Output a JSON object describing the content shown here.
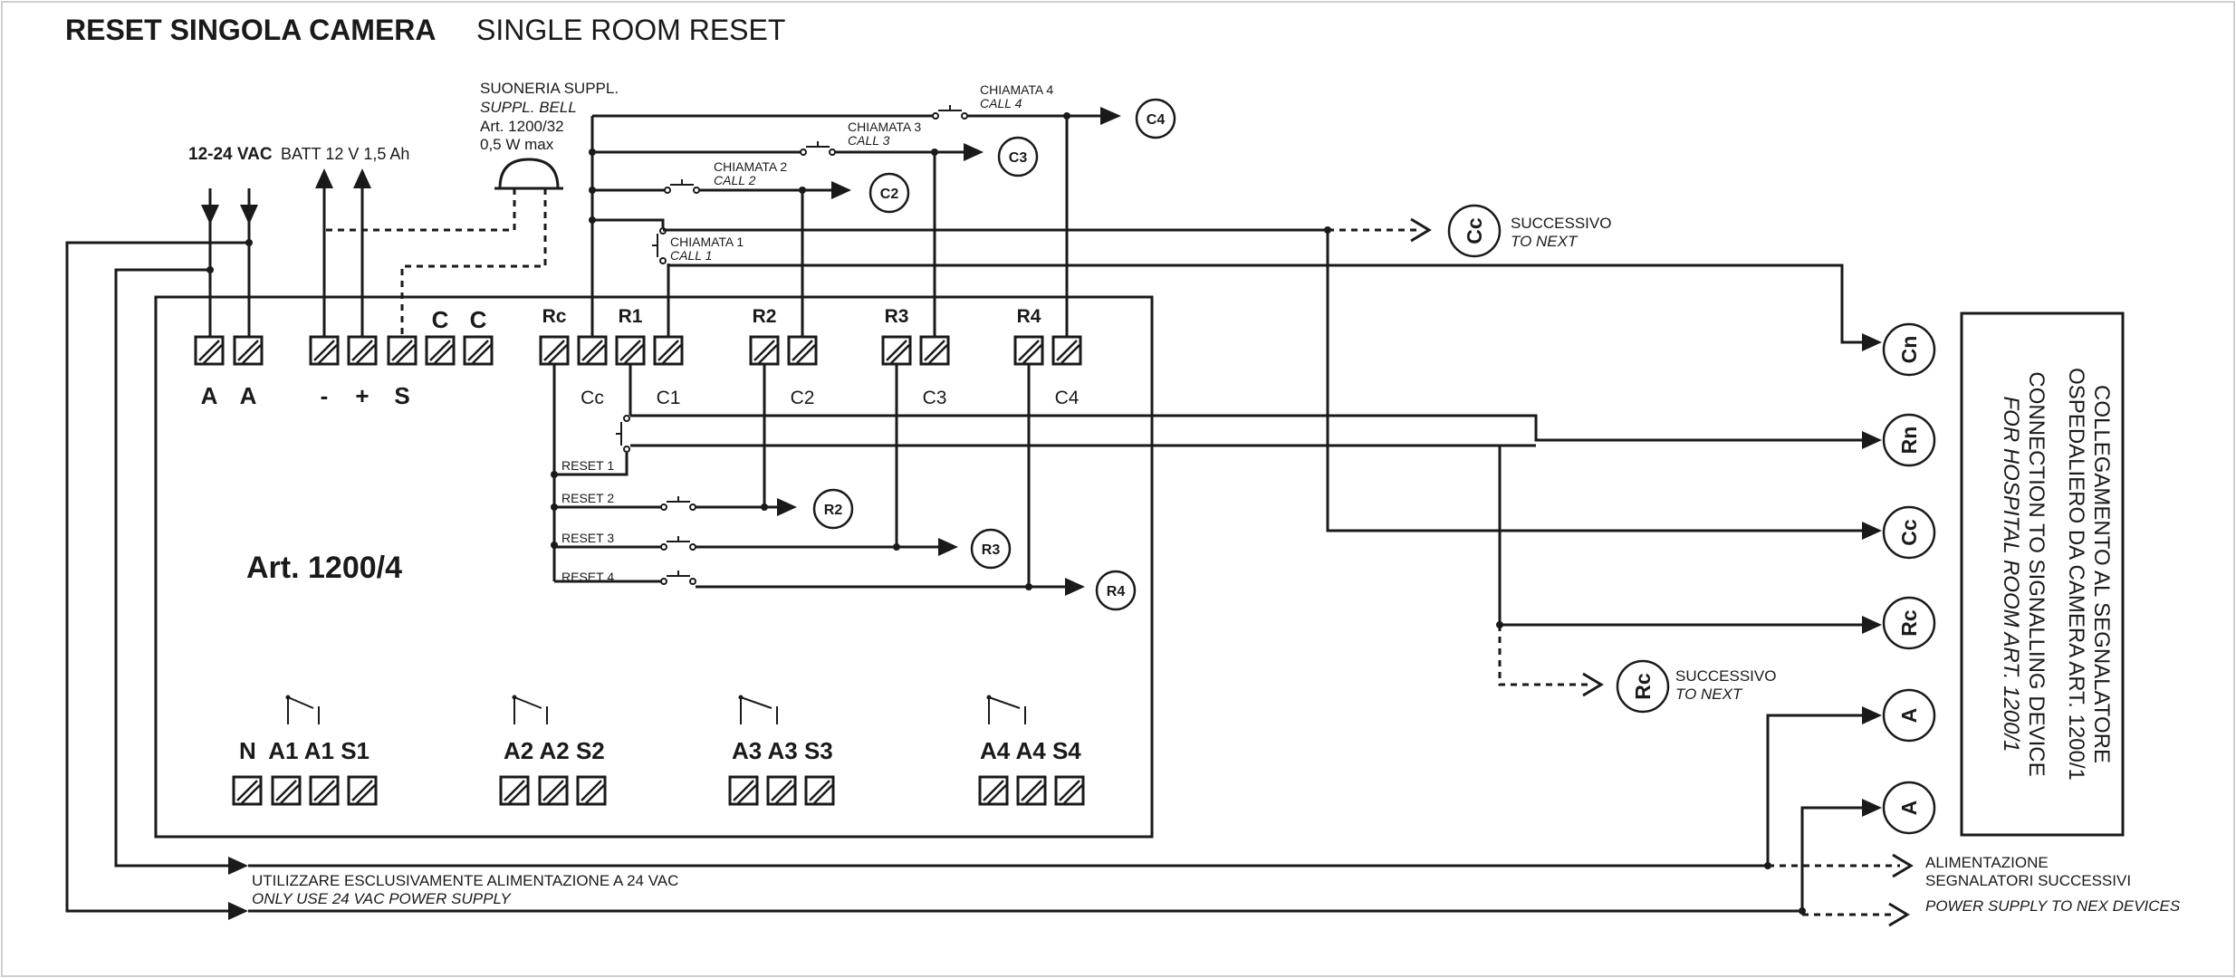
{
  "title": {
    "bold": "RESET SINGOLA CAMERA",
    "light": "SINGLE ROOM RESET"
  },
  "power": {
    "vac": "12-24 VAC",
    "batt": "BATT 12 V 1,5 Ah"
  },
  "bell": {
    "line1": "SUONERIA SUPPL.",
    "line2": "SUPPL. BELL",
    "line3": "Art. 1200/32",
    "line4": "0,5 W max"
  },
  "calls": [
    {
      "it": "CHIAMATA 1",
      "en": "CALL 1"
    },
    {
      "it": "CHIAMATA 2",
      "en": "CALL 2"
    },
    {
      "it": "CHIAMATA 3",
      "en": "CALL 3"
    },
    {
      "it": "CHIAMATA 4",
      "en": "CALL 4"
    }
  ],
  "resets": [
    "RESET 1",
    "RESET 2",
    "RESET 3",
    "RESET 4"
  ],
  "top_terminals": {
    "labels_above": [
      "C",
      "C",
      "Rc",
      "R1",
      "R2",
      "R3",
      "R4"
    ],
    "labels_below": [
      "A",
      "A",
      "-",
      "+",
      "S",
      "Cc",
      "C1",
      "C2",
      "C3",
      "C4"
    ]
  },
  "bottom_terminals": {
    "group1": "N  A1 A1 S1",
    "group2": "A2 A2 S2",
    "group3": "A3 A3 S3",
    "group4": "A4 A4 S4"
  },
  "article": "Art. 1200/4",
  "call_circles": [
    "C2",
    "C3",
    "C4"
  ],
  "reset_circles": [
    "R2",
    "R3",
    "R4"
  ],
  "next": {
    "cc": "Cc",
    "rc": "Rc",
    "successivo": "SUCCESSIVO",
    "to_next": "TO NEXT"
  },
  "right_circles": [
    "Cn",
    "Rn",
    "Cc",
    "Rc",
    "A",
    "A"
  ],
  "device": {
    "line1": "COLLEGAMENTO AL SEGNALATORE",
    "line2": "OSPEDALIERO DA CAMERA ART. 1200/1",
    "line3": "CONNECTION TO SIGNALLING DEVICE",
    "line4": "FOR HOSPITAL ROOM ART. 1200/1"
  },
  "supply_note": {
    "it": "UTILIZZARE ESCLUSIVAMENTE ALIMENTAZIONE A 24 VAC",
    "en": "ONLY USE 24 VAC POWER SUPPLY"
  },
  "next_supply": {
    "it1": "ALIMENTAZIONE",
    "it2": "SEGNALATORI SUCCESSIVI",
    "en": "POWER SUPPLY TO NEX DEVICES"
  }
}
